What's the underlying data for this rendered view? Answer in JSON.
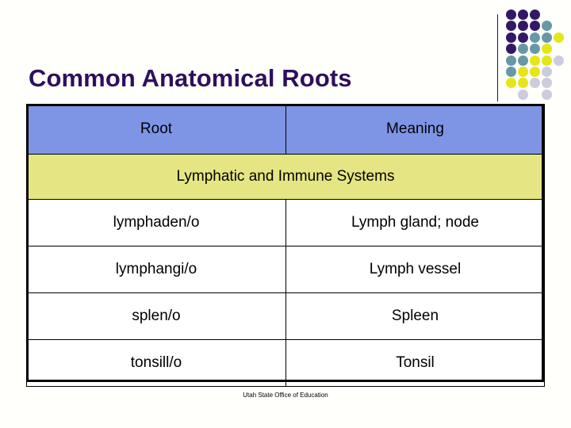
{
  "slide": {
    "title": "Common Anatomical Roots",
    "footer_credit": "Utah State Office of Education"
  },
  "colors": {
    "background": "#fffffc",
    "title_text": "#2f0f5c",
    "header_row_fill": "#7e95e5",
    "section_row_fill": "#e5e584",
    "data_row_fill": "#ffffff",
    "border": "#000000",
    "dot_dark_purple": "#331866",
    "dot_teal": "#6699a5",
    "dot_yellow": "#e5e519",
    "dot_lavender": "#ccccdd"
  },
  "table": {
    "columns": [
      "Root",
      "Meaning"
    ],
    "section_label": "Lymphatic and Immune Systems",
    "rows": [
      {
        "root": "lymphaden/o",
        "meaning": "Lymph gland; node"
      },
      {
        "root": "lymphangi/o",
        "meaning": "Lymph vessel"
      },
      {
        "root": "splen/o",
        "meaning": "Spleen"
      },
      {
        "root": "tonsill/o",
        "meaning": "Tonsil"
      }
    ]
  },
  "decoration": {
    "dot_grid_name": "dot-grid-decoration",
    "dots": [
      {
        "col": 0,
        "row": 0,
        "color": "#331866"
      },
      {
        "col": 1,
        "row": 0,
        "color": "#331866"
      },
      {
        "col": 2,
        "row": 0,
        "color": "#331866"
      },
      {
        "col": 0,
        "row": 1,
        "color": "#331866"
      },
      {
        "col": 1,
        "row": 1,
        "color": "#331866"
      },
      {
        "col": 2,
        "row": 1,
        "color": "#331866"
      },
      {
        "col": 3,
        "row": 1,
        "color": "#6699a5"
      },
      {
        "col": 0,
        "row": 2,
        "color": "#331866"
      },
      {
        "col": 1,
        "row": 2,
        "color": "#331866"
      },
      {
        "col": 2,
        "row": 2,
        "color": "#6699a5"
      },
      {
        "col": 3,
        "row": 2,
        "color": "#6699a5"
      },
      {
        "col": 4,
        "row": 2,
        "color": "#e5e519"
      },
      {
        "col": 0,
        "row": 3,
        "color": "#331866"
      },
      {
        "col": 1,
        "row": 3,
        "color": "#6699a5"
      },
      {
        "col": 2,
        "row": 3,
        "color": "#6699a5"
      },
      {
        "col": 3,
        "row": 3,
        "color": "#e5e519"
      },
      {
        "col": 0,
        "row": 4,
        "color": "#6699a5"
      },
      {
        "col": 1,
        "row": 4,
        "color": "#6699a5"
      },
      {
        "col": 2,
        "row": 4,
        "color": "#e5e519"
      },
      {
        "col": 3,
        "row": 4,
        "color": "#e5e519"
      },
      {
        "col": 4,
        "row": 4,
        "color": "#ccccdd"
      },
      {
        "col": 0,
        "row": 5,
        "color": "#6699a5"
      },
      {
        "col": 1,
        "row": 5,
        "color": "#e5e519"
      },
      {
        "col": 2,
        "row": 5,
        "color": "#e5e519"
      },
      {
        "col": 3,
        "row": 5,
        "color": "#ccccdd"
      },
      {
        "col": 0,
        "row": 6,
        "color": "#e5e519"
      },
      {
        "col": 1,
        "row": 6,
        "color": "#e5e519"
      },
      {
        "col": 2,
        "row": 6,
        "color": "#ccccdd"
      },
      {
        "col": 3,
        "row": 6,
        "color": "#ccccdd"
      },
      {
        "col": 1,
        "row": 7,
        "color": "#ccccdd"
      },
      {
        "col": 3,
        "row": 7,
        "color": "#ccccdd"
      }
    ]
  }
}
